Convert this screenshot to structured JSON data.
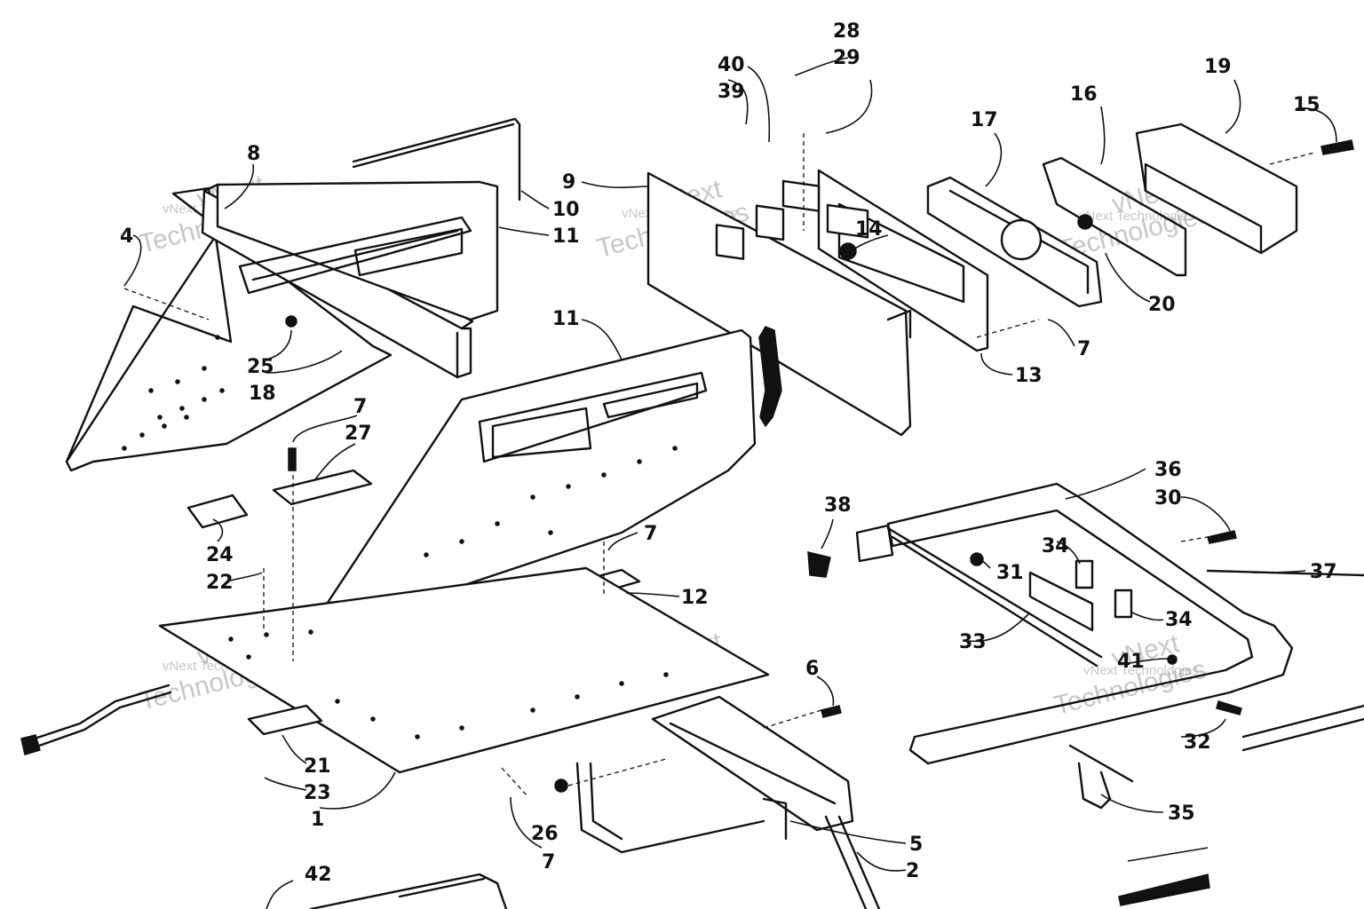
{
  "watermark": {
    "line1": "vNext Technologies",
    "line2": "vNext",
    "line3": "Technologies"
  },
  "callouts": [
    "1",
    "2",
    "4",
    "5",
    "6",
    "7",
    "8",
    "9",
    "10",
    "11",
    "12",
    "13",
    "14",
    "15",
    "16",
    "17",
    "18",
    "19",
    "20",
    "21",
    "22",
    "23",
    "24",
    "25",
    "26",
    "27",
    "28",
    "29",
    "30",
    "31",
    "32",
    "33",
    "34",
    "35",
    "36",
    "37",
    "38",
    "39",
    "40",
    "41",
    "42"
  ],
  "labels": {
    "c1": "1",
    "c2": "2",
    "c4": "4",
    "c5": "5",
    "c6": "6",
    "c7a": "7",
    "c7b": "7",
    "c7c": "7",
    "c7d": "7",
    "c8": "8",
    "c9": "9",
    "c10": "10",
    "c11a": "11",
    "c11b": "11",
    "c12": "12",
    "c13": "13",
    "c14": "14",
    "c15": "15",
    "c16": "16",
    "c17": "17",
    "c18": "18",
    "c19": "19",
    "c20": "20",
    "c21": "21",
    "c22": "22",
    "c23": "23",
    "c24": "24",
    "c25": "25",
    "c26": "26",
    "c27": "27",
    "c28": "28",
    "c29": "29",
    "c30": "30",
    "c31": "31",
    "c32": "32",
    "c33": "33",
    "c34a": "34",
    "c34b": "34",
    "c35": "35",
    "c36": "36",
    "c37": "37",
    "c38": "38",
    "c39": "39",
    "c40": "40",
    "c41": "41",
    "c42": "42"
  }
}
